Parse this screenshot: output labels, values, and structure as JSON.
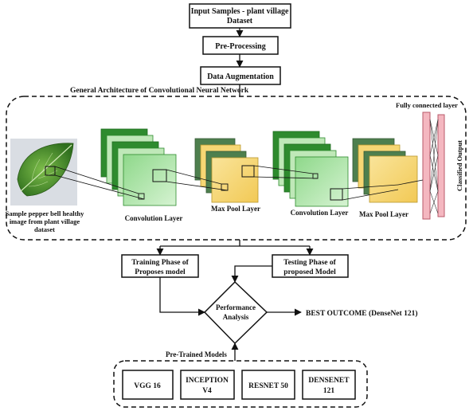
{
  "top_boxes": {
    "input_line1": "Input Samples - plant village",
    "input_line2": "Dataset",
    "preprocessing": "Pre-Processing",
    "augmentation": "Data Augmentation"
  },
  "cnn": {
    "title": "General Architecture of Convolutional Neural Network",
    "sample_caption": [
      "Sample pepper bell healthy",
      "image from plant village",
      "dataset"
    ],
    "conv_label_1": "Convolution Layer",
    "pool_label_1": "Max Pool Layer",
    "conv_label_2": "Convolution Layer",
    "pool_label_2": "Max Pool Layer",
    "fc_label": "Fully connected layer",
    "output_label": "Classified Output"
  },
  "phases": {
    "training_line1": "Training Phase of",
    "training_line2": "Proposes model",
    "testing_line1": "Testing Phase of",
    "testing_line2": "proposed Model"
  },
  "performance": {
    "line1": "Performance",
    "line2": "Analysis",
    "outcome": "BEST OUTCOME (DenseNet 121)"
  },
  "pretrained": {
    "title": "Pre-Trained Models",
    "models": [
      {
        "line1": "VGG 16",
        "line2": ""
      },
      {
        "line1": "INCEPTION",
        "line2": "V4"
      },
      {
        "line1": "RESNET 50",
        "line2": ""
      },
      {
        "line1": "DENSENET",
        "line2": "121"
      }
    ]
  },
  "colors": {
    "conv_dark": "#2e8b2e",
    "conv_light": "#bfe8b8",
    "pool_dark": "#4e7f4e",
    "pool_yellow": "#f7d774",
    "fc_pink": "#f4b7c0"
  }
}
